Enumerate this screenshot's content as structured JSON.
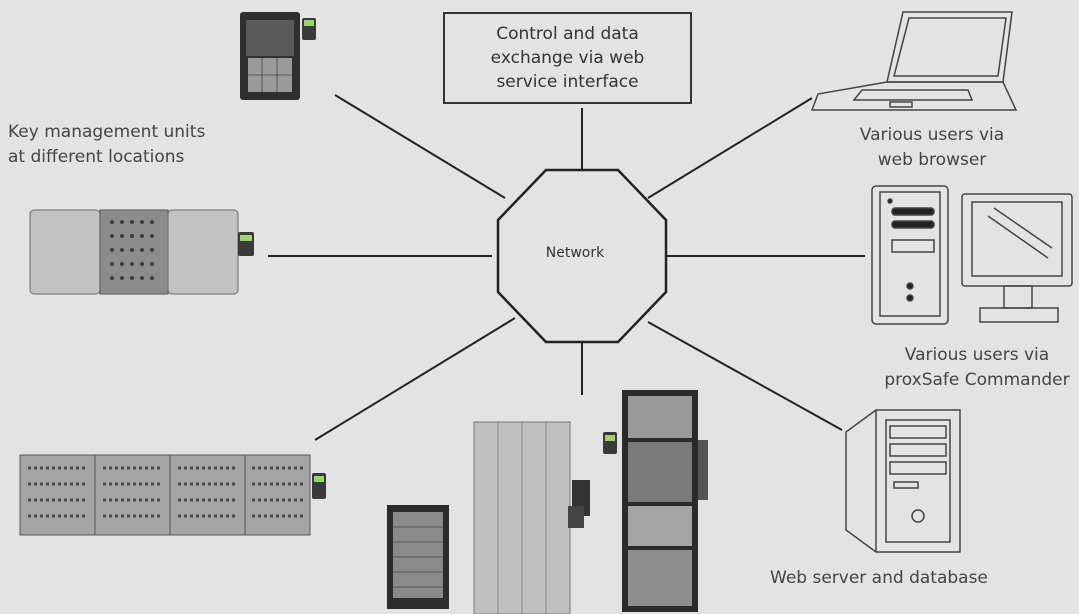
{
  "box_text": {
    "line1": "Control and data",
    "line2": "exchange via web",
    "line3": "service interface"
  },
  "network_label": "Network",
  "left_label": {
    "line1": "Key management units",
    "line2": "at different locations"
  },
  "browser_label": {
    "line1": "Various users via",
    "line2": "web browser"
  },
  "commander_label": {
    "line1": "Various users via",
    "line2": "proxSafe Commander"
  },
  "server_label": "Web server and database",
  "colors": {
    "background": "#e3e3e3",
    "line": "#222222",
    "device_dark": "#2f2f2f",
    "device_metal": "#b9b9b9"
  }
}
